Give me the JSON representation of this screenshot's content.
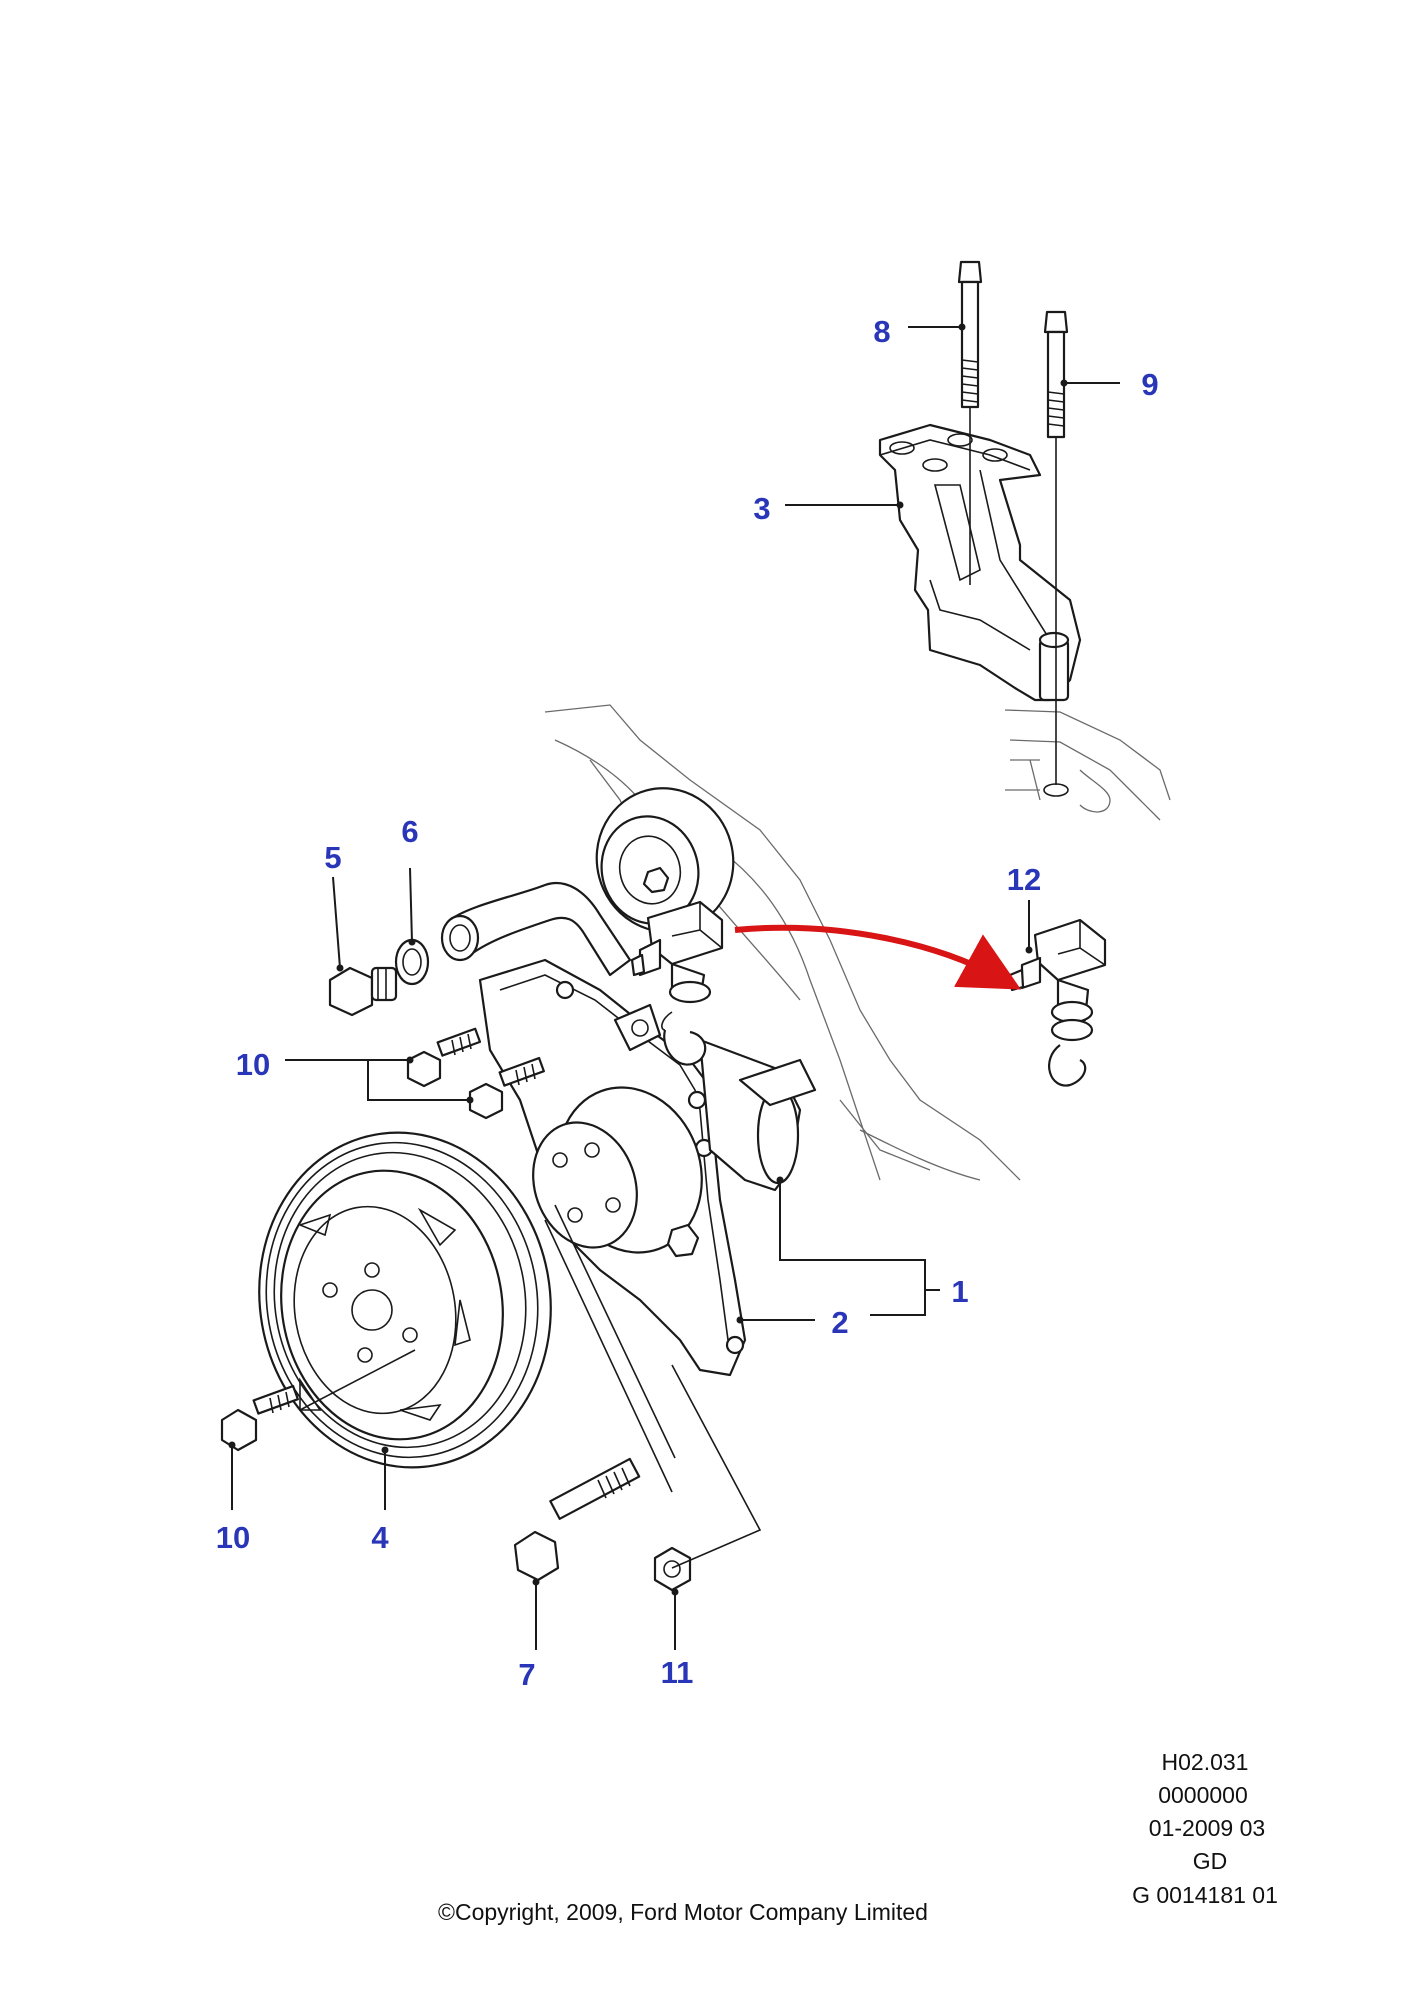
{
  "diagram": {
    "callouts": [
      {
        "id": "c8",
        "label": "8"
      },
      {
        "id": "c9",
        "label": "9"
      },
      {
        "id": "c3",
        "label": "3"
      },
      {
        "id": "c5",
        "label": "5"
      },
      {
        "id": "c6",
        "label": "6"
      },
      {
        "id": "c12",
        "label": "12"
      },
      {
        "id": "c10a",
        "label": "10"
      },
      {
        "id": "c1",
        "label": "1"
      },
      {
        "id": "c2",
        "label": "2"
      },
      {
        "id": "c10b",
        "label": "10"
      },
      {
        "id": "c4",
        "label": "4"
      },
      {
        "id": "c7",
        "label": "7"
      },
      {
        "id": "c11",
        "label": "11"
      }
    ],
    "colors": {
      "callout": "#2a36b8",
      "arrow": "#d81414",
      "line": "#1a1a1a"
    }
  },
  "metadata": {
    "ref": "H02.031",
    "code": "0000000",
    "date": "01-2009 03",
    "lang": "GD",
    "drawing_no": "G 0014181 01"
  },
  "footer": {
    "copyright": "©Copyright, 2009, Ford Motor Company Limited"
  }
}
